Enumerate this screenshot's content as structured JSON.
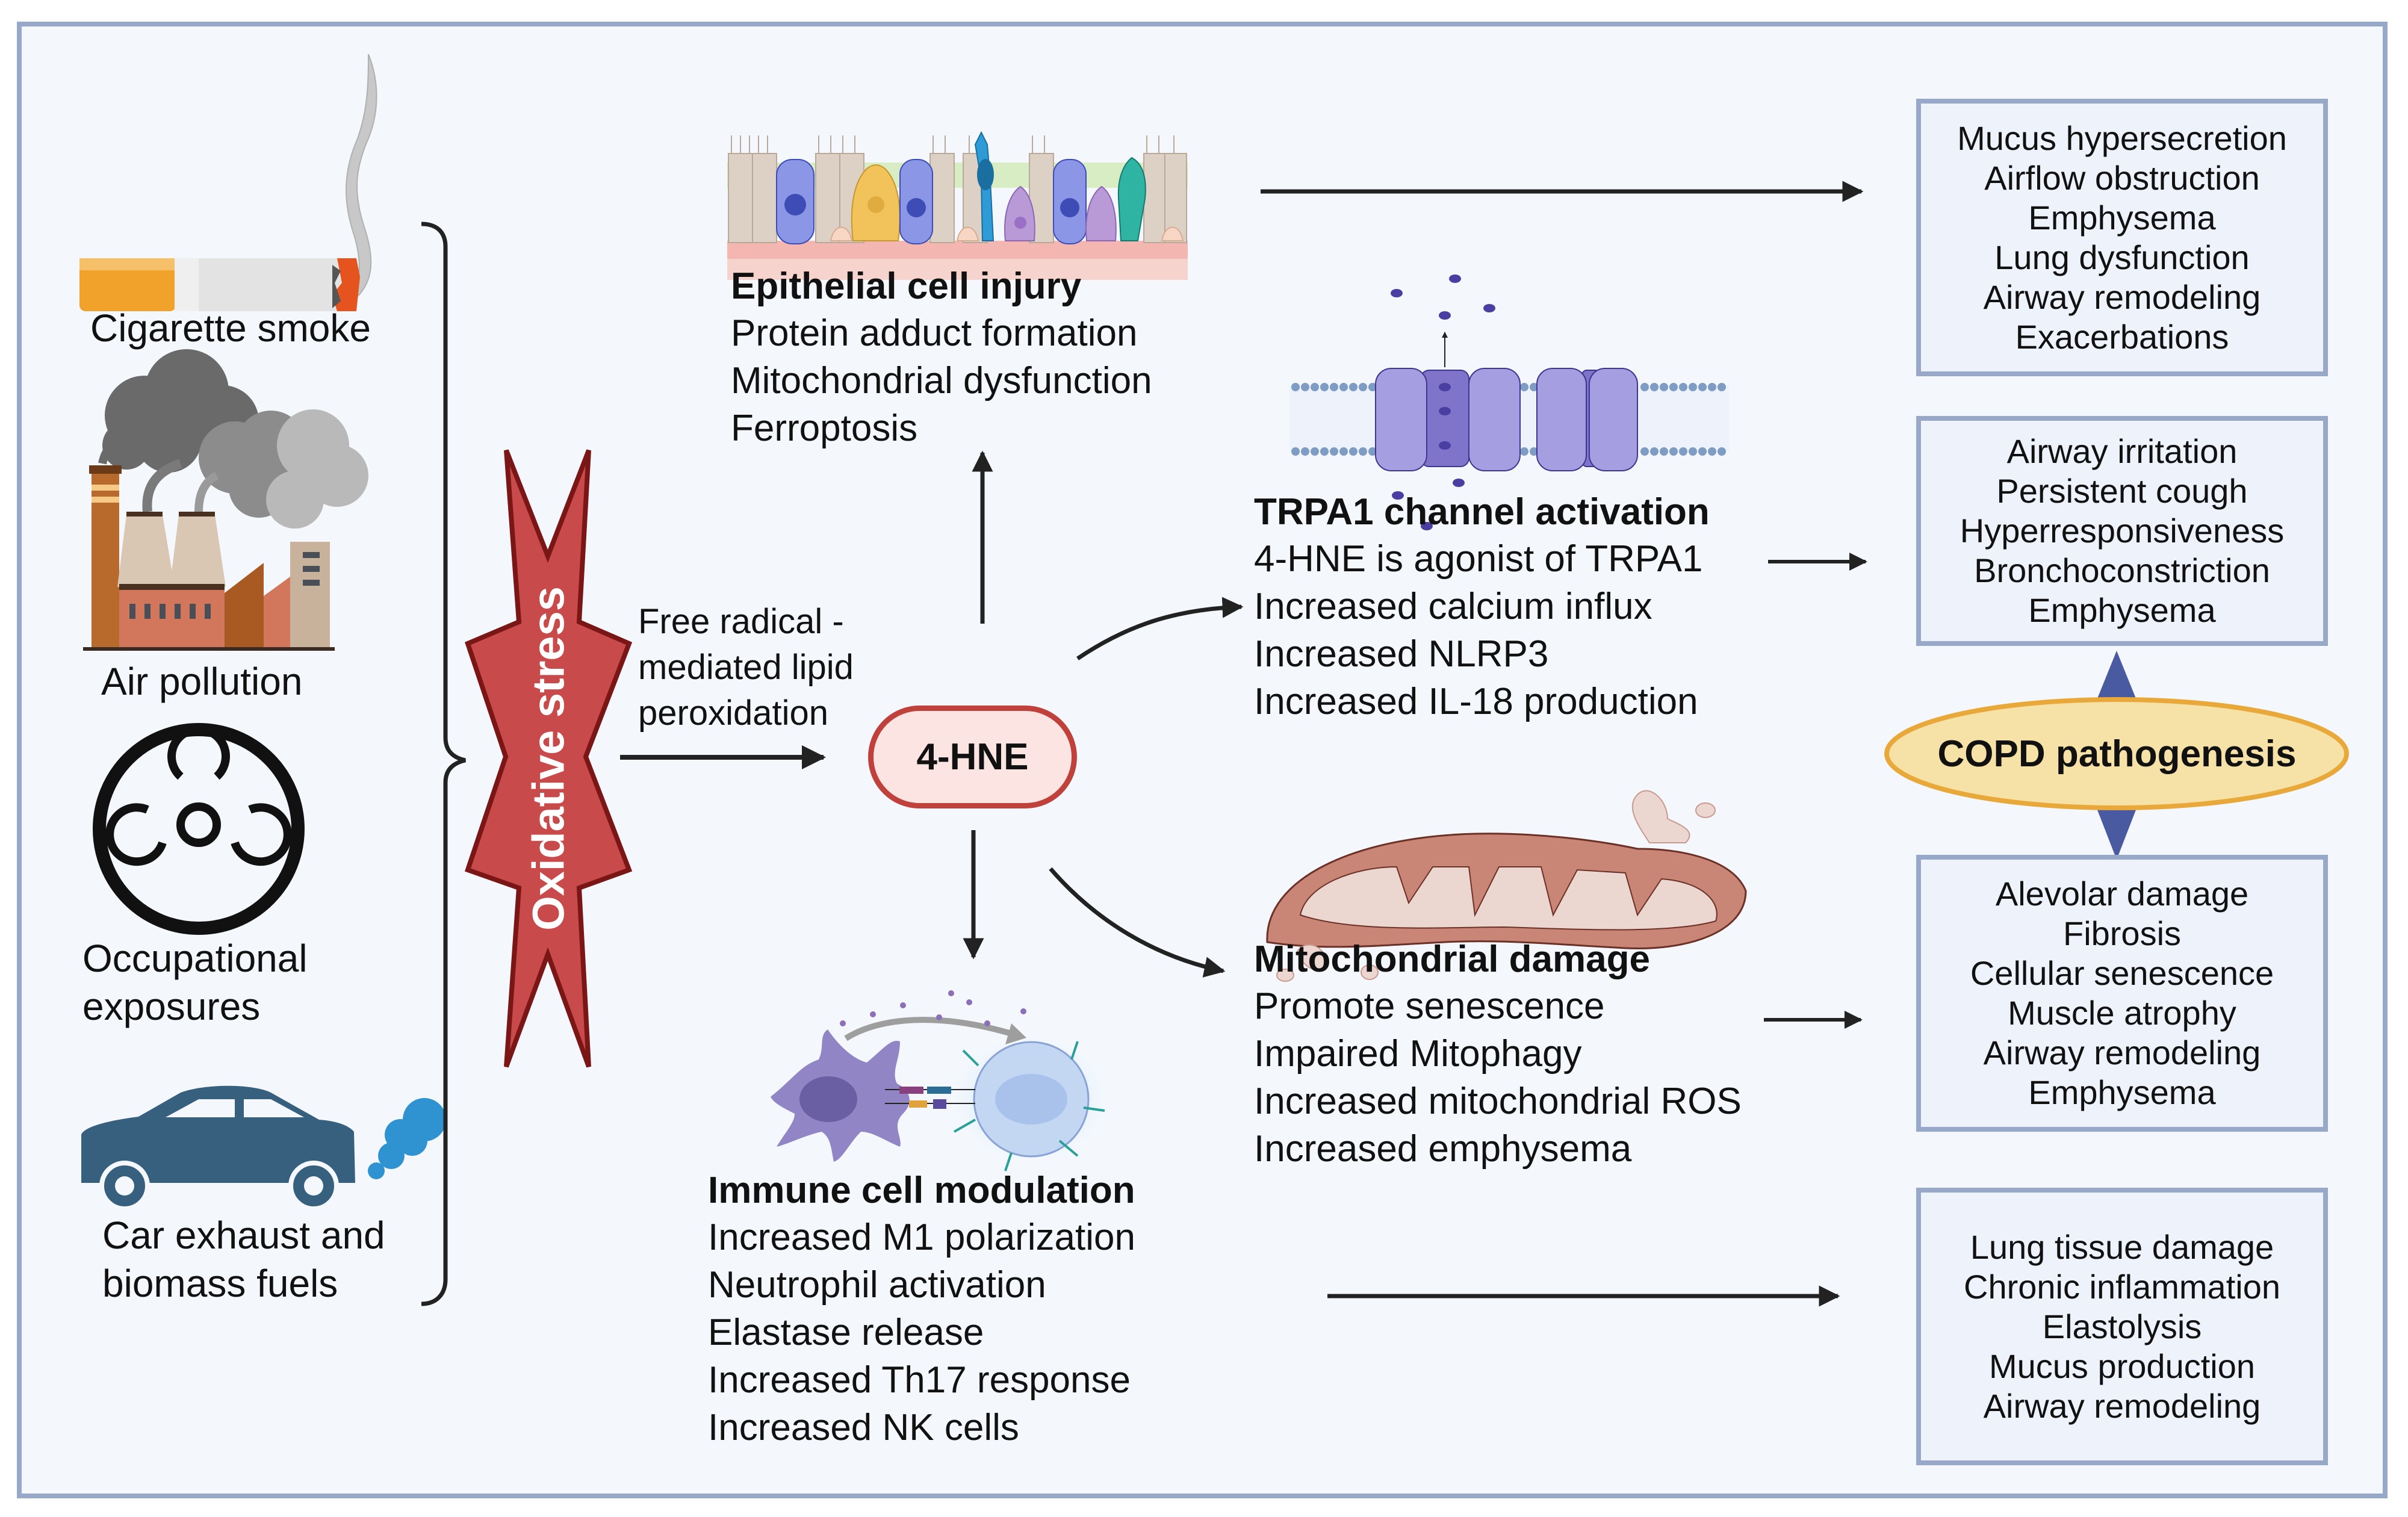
{
  "title": "4-HNE in COPD pathogenesis",
  "colors": {
    "background": "#f4f8fd",
    "frame_border": "#98a8c8",
    "box_fill": "#eef3fb",
    "box_border": "#98a8c8",
    "oxidative_fill": "#c94a4a",
    "oxidative_stroke": "#7a1616",
    "hne_fill": "#fbe4e2",
    "hne_border": "#c0403c",
    "copd_fill": "#f6e2a6",
    "copd_border": "#e9a93a",
    "connector_triangle": "#4a5aa0",
    "arrow": "#222222"
  },
  "sources": [
    {
      "icon": "cigarette-icon",
      "lines": [
        "Cigarette smoke"
      ]
    },
    {
      "icon": "factory-pollution-icon",
      "lines": [
        "Air pollution"
      ]
    },
    {
      "icon": "biohazard-icon",
      "lines": [
        "Occupational",
        "exposures"
      ]
    },
    {
      "icon": "car-exhaust-icon",
      "lines": [
        "Car exhaust and",
        "biomass fuels"
      ]
    }
  ],
  "oxidative_stress": {
    "label": "Oxidative stress"
  },
  "lipid_peroxidation": {
    "lines": [
      "Free radical -",
      "mediated lipid",
      "peroxidation"
    ]
  },
  "hne": {
    "label": "4-HNE"
  },
  "mechanisms": {
    "epithelial": {
      "icon": "epithelium-icon",
      "title": "Epithelial cell injury",
      "items": [
        "Protein adduct formation",
        "Mitochondrial dysfunction",
        "Ferroptosis"
      ]
    },
    "trpa1": {
      "icon": "ion-channel-icon",
      "title": "TRPA1 channel activation",
      "items": [
        "4-HNE is agonist of TRPA1",
        "Increased calcium influx",
        "Increased NLRP3",
        "Increased IL-18 production"
      ]
    },
    "mitochondrial": {
      "icon": "damaged-mitochondrion-icon",
      "title": "Mitochondrial damage",
      "items": [
        "Promote senescence",
        "Impaired Mitophagy",
        "Increased mitochondrial ROS",
        "Increased emphysema"
      ]
    },
    "immune": {
      "icon": "immune-cells-icon",
      "title": "Immune cell modulation",
      "items": [
        "Increased M1 polarization",
        "Neutrophil activation",
        "Elastase release",
        "Increased Th17 response",
        "Increased NK  cells"
      ]
    }
  },
  "outcomes": [
    {
      "items": [
        "Mucus hypersecretion",
        "Airflow obstruction",
        "Emphysema",
        "Lung dysfunction",
        "Airway remodeling",
        "Exacerbations"
      ]
    },
    {
      "items": [
        "Airway irritation",
        "Persistent cough",
        "Hyperresponsiveness",
        "Bronchoconstriction",
        "Emphysema"
      ]
    },
    {
      "items": [
        "Alevolar damage",
        "Fibrosis",
        "Cellular senescence",
        "Muscle atrophy",
        "Airway remodeling",
        "Emphysema"
      ]
    },
    {
      "items": [
        "Lung tissue damage",
        "Chronic  inflammation",
        "Elastolysis",
        "Mucus production",
        "Airway remodeling"
      ]
    }
  ],
  "copd": {
    "label": "COPD pathogenesis"
  }
}
